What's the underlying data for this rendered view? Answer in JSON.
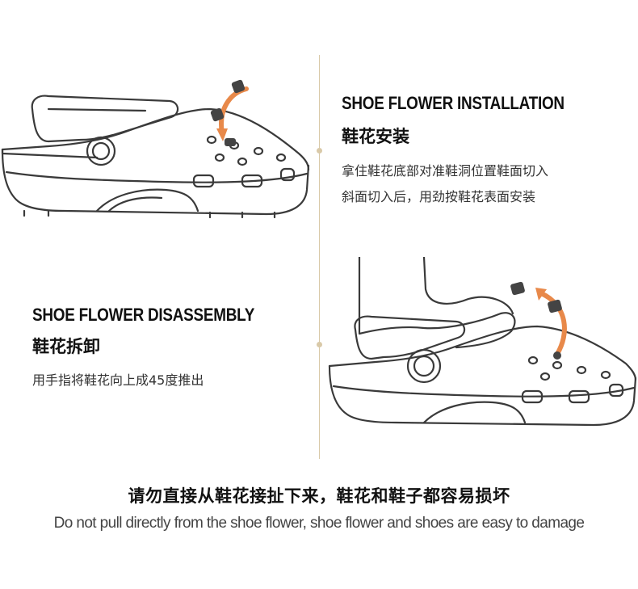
{
  "installation": {
    "title_en": "SHOE FLOWER INSTALLATION",
    "title_cn": "鞋花安装",
    "desc_lines": [
      "拿住鞋花底部对准鞋洞位置鞋面切入",
      "斜面切入后，用劲按鞋花表面安装"
    ]
  },
  "disassembly": {
    "title_en": "SHOE FLOWER DISASSEMBLY",
    "title_cn": "鞋花拆卸",
    "desc_lines": [
      "用手指将鞋花向上成45度推出"
    ]
  },
  "warning": {
    "cn": "请勿直接从鞋花接扯下来，鞋花和鞋子都容易损坏",
    "en": "Do not pull directly from the shoe flower, shoe flower and shoes are easy to damage"
  },
  "colors": {
    "accent_arrow": "#e8894a",
    "divider": "#d9c9a8",
    "line_art": "#3a3a3a"
  },
  "icons": {
    "installation_illustration": "clog-shoe-insert-charm-illustration",
    "disassembly_illustration": "clog-shoe-foot-remove-charm-illustration"
  }
}
